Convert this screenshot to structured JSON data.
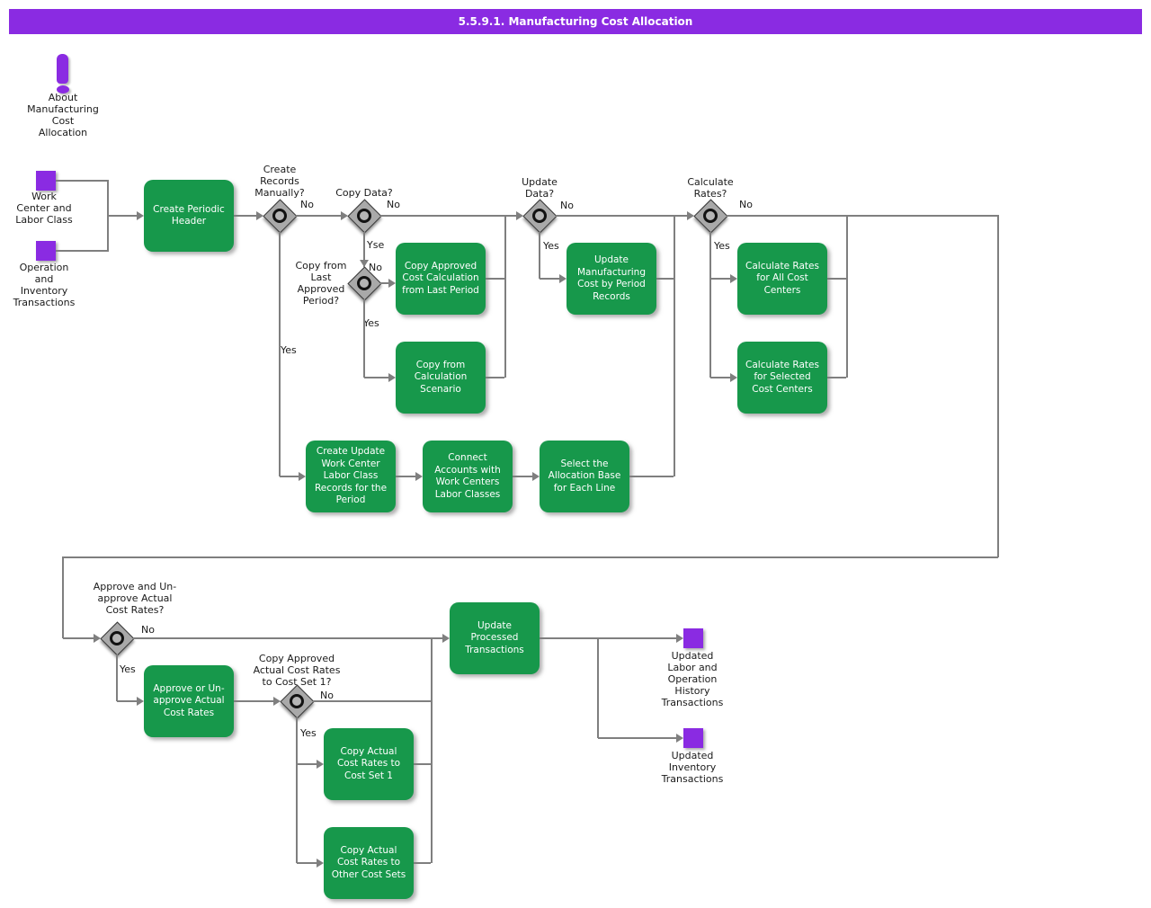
{
  "title": "5.5.9.1. Manufacturing Cost Allocation",
  "colors": {
    "purple": "#8a2be2",
    "green": "#17984b",
    "line": "#7f7f7f"
  },
  "about": {
    "label": "About\nManufacturing\nCost\nAllocation"
  },
  "inputs": {
    "work_center": "Work\nCenter and\nLabor Class",
    "operation_inventory": "Operation\nand\nInventory\nTransactions"
  },
  "outputs": {
    "updated_labor": "Updated\nLabor and\nOperation\nHistory\nTransactions",
    "updated_inventory": "Updated\nInventory\nTransactions"
  },
  "processes": {
    "create_periodic_header": "Create Periodic\nHeader",
    "copy_approved_cost": "Copy Approved\nCost Calculation\nfrom Last Period",
    "copy_from_scenario": "Copy from\nCalculation\nScenario",
    "update_mfg_cost": "Update\nManufacturing\nCost by Period\nRecords",
    "calc_rates_all": "Calculate Rates\nfor All Cost\nCenters",
    "calc_rates_selected": "Calculate Rates\nfor Selected\nCost Centers",
    "create_update_wc": "Create Update\nWork Center\nLabor Class\nRecords for the\nPeriod",
    "connect_accounts": "Connect\nAccounts with\nWork Centers\nLabor Classes",
    "select_allocation": "Select the\nAllocation Base\nfor Each Line",
    "approve_unapprove": "Approve or Un-\napprove Actual\nCost Rates",
    "update_processed": "Update\nProcessed\nTransactions",
    "copy_cost_set1": "Copy Actual\nCost Rates to\nCost Set 1",
    "copy_other_sets": "Copy Actual\nCost Rates to\nOther Cost Sets"
  },
  "decisions": {
    "create_records": "Create\nRecords\nManually?",
    "copy_data": "Copy Data?",
    "copy_last_approved": "Copy from\nLast\nApproved\nPeriod?",
    "update_data": "Update\nData?",
    "calculate_rates": "Calculate\nRates?",
    "approve_rates": "Approve and Un-\napprove Actual\nCost Rates?",
    "copy_to_set1": "Copy Approved\nActual Cost Rates\nto Cost Set 1?"
  },
  "branches": {
    "d1_no": "No",
    "d1_yes": "Yes",
    "d2_no": "No",
    "d2_yes": "Yse",
    "d3_no": "No",
    "d3_yes": "Yes",
    "d4_no": "No",
    "d4_yes": "Yes",
    "d5_no": "No",
    "d5_yes": "Yes",
    "d6_no": "No",
    "d6_yes": "Yes",
    "d7_no": "No",
    "d7_yes": "Yes"
  }
}
